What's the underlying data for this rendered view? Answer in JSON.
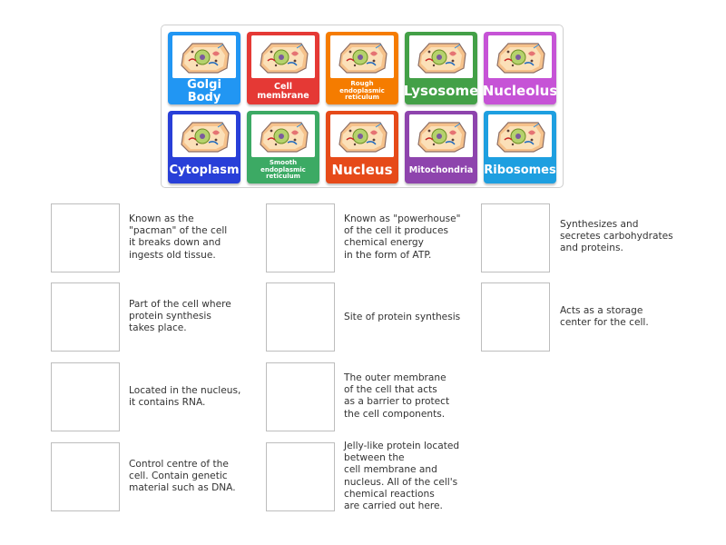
{
  "tiles": [
    {
      "label": "Golgi Body",
      "color": "#2196f3",
      "size": "fs-l"
    },
    {
      "label": "Cell membrane",
      "color": "#e53935",
      "size": "fs-m"
    },
    {
      "label": "Rough endoplasmic reticulum",
      "color": "#f57c00",
      "size": "fs-s"
    },
    {
      "label": "Lysosome",
      "color": "#43a047",
      "size": "fs-xl"
    },
    {
      "label": "Nucleolus",
      "color": "#c653d6",
      "size": "fs-xl"
    },
    {
      "label": "Cytoplasm",
      "color": "#283fd8",
      "size": "fs-l"
    },
    {
      "label": "Smooth endoplasmic reticulum",
      "color": "#3caa64",
      "size": "fs-s"
    },
    {
      "label": "Nucleus",
      "color": "#e64a19",
      "size": "fs-xl"
    },
    {
      "label": "Mitochondria",
      "color": "#8e44ad",
      "size": "fs-m"
    },
    {
      "label": "Ribosomes",
      "color": "#1e9fe0",
      "size": "fs-l"
    }
  ],
  "targets": [
    {
      "text": "Known as the\n\"pacman\" of the cell\nit breaks down and\ningests old tissue."
    },
    {
      "text": "Known as \"powerhouse\"\nof the cell it produces\nchemical energy\nin the form of ATP."
    },
    {
      "text": "Synthesizes and\nsecretes carbohydrates\nand proteins."
    },
    {
      "text": "Part of the cell where\nprotein synthesis\ntakes place."
    },
    {
      "text": "Site of protein synthesis"
    },
    {
      "text": "Acts as a storage\ncenter for the cell."
    },
    {
      "text": "Located in the nucleus,\nit contains RNA."
    },
    {
      "text": "The outer membrane\nof the cell that acts\nas a barrier to protect\nthe cell components."
    },
    {
      "text": "Control centre of the\ncell. Contain genetic\nmaterial such as DNA."
    },
    {
      "text": "Jelly-like protein located\nbetween the\ncell membrane and\nnucleus. All of the cell's\nchemical reactions\nare carried out here."
    }
  ]
}
